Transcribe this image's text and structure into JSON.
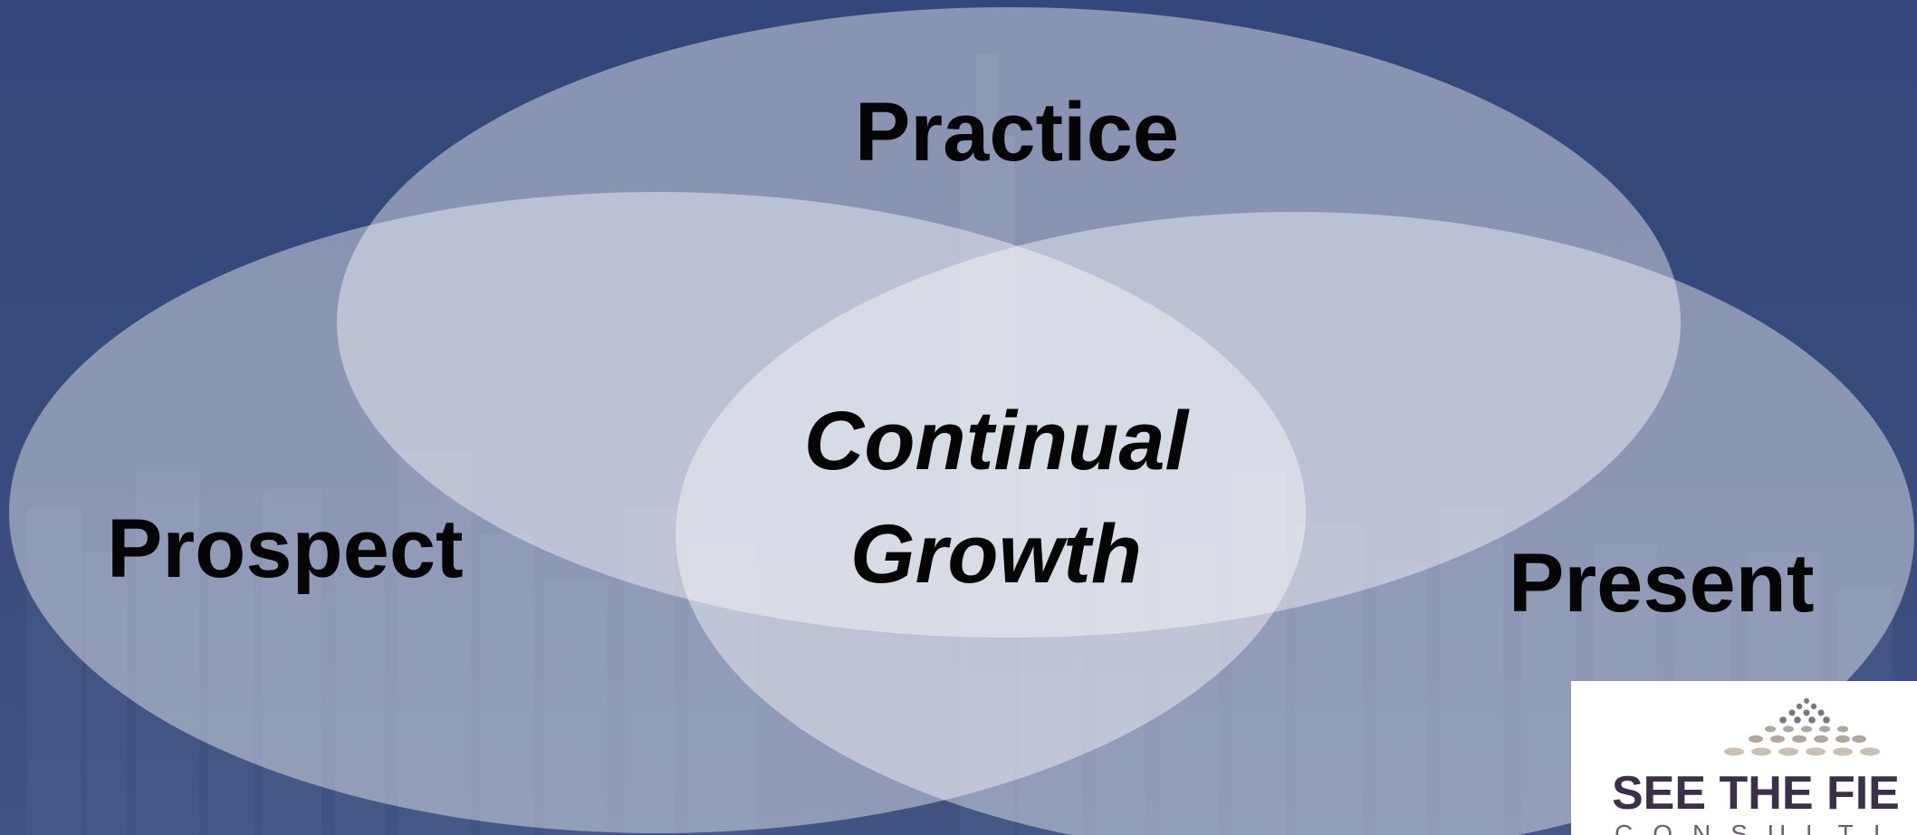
{
  "diagram": {
    "circles": {
      "top": {
        "label": "Practice"
      },
      "left": {
        "label": "Prospect"
      },
      "right": {
        "label": "Present"
      }
    },
    "center": {
      "line1": "Continual",
      "line2": "Growth"
    }
  },
  "logo": {
    "name": "SEE THE FIE",
    "subtitle": "CONSULTI"
  },
  "colors": {
    "background": "#34497c",
    "circle_fill": "#ffffff",
    "text": "#050505"
  }
}
